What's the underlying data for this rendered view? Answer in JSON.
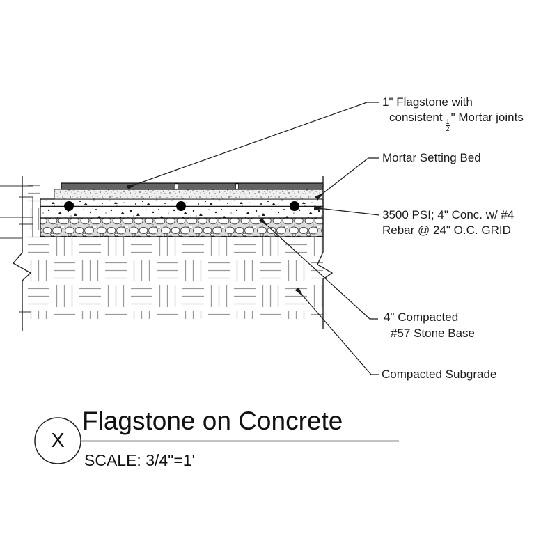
{
  "annotations": {
    "flagstone": {
      "line1": "1\" Flagstone with",
      "line2_prefix": "consistent",
      "frac_num": "1",
      "frac_den": "2",
      "line2_suffix": "\" Mortar joints"
    },
    "mortar": {
      "label": "Mortar Setting Bed"
    },
    "concrete": {
      "line1": "3500 PSI; 4\" Conc. w/ #4",
      "line2": "Rebar @ 24\" O.C. GRID"
    },
    "stone": {
      "line1": "4\" Compacted",
      "line2": "#57 Stone Base"
    },
    "subgrade": {
      "label": "Compacted Subgrade"
    }
  },
  "title_block": {
    "detail_letter": "X",
    "title": "Flagstone on Concrete",
    "scale": "SCALE: 3/4\"=1'"
  },
  "colors": {
    "flagstone_fill": "#636363",
    "hatch_gray": "#999999",
    "line": "#1b1b1b"
  }
}
